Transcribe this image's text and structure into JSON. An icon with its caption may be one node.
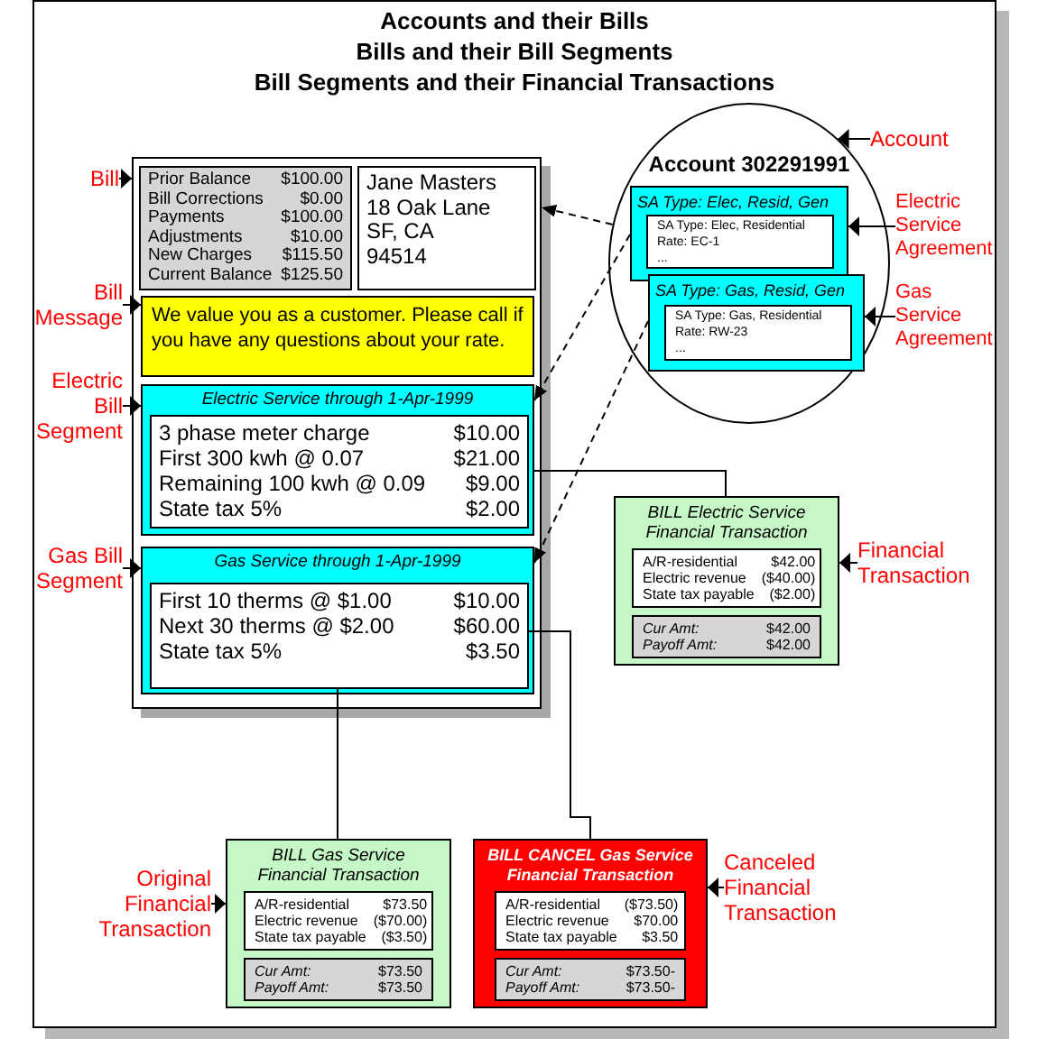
{
  "diagram": {
    "title": "Accounts and their Bills",
    "nodes": [
      {
        "text": [],
        "shape": "box"
      },
      {
        "text": [
          "Prior Balance",
          "$100.00",
          "Bill Corrections",
          "$0.00",
          "Payments",
          "$100.00",
          "Adjustments",
          "$10.00",
          "New Charges",
          "$115.50",
          "Current Balance",
          "$125.50"
        ],
        "in": 0
      },
      {
        "text": [
          "Jane Masters",
          "18 Oak Lane",
          "SF, CA",
          "94514"
        ],
        "in": 0
      },
      {
        "text": [
          "We value you as a customer. Please call if you have any questions about your rate."
        ],
        "in": 0
      },
      {
        "text": [
          "Electric Service through 1-Apr-1999"
        ],
        "in": 0
      },
      {
        "text": [
          "3 phase meter charge",
          "$10.00",
          "First 300 kwh @ 0.07",
          "$21.00",
          "Remaining 100 kwh @ 0.09",
          "$9.00",
          "State tax 5%",
          "$2.00"
        ],
        "in": 4
      },
      {
        "text": [
          "Gas Service through 1-Apr-1999"
        ],
        "in": 0
      },
      {
        "text": [
          "First 10 therms @ $1.00",
          "$10.00",
          "Next 30 therms @ $2.00",
          "$60.00",
          "State tax 5%",
          "$3.50"
        ],
        "in": 6
      },
      {
        "text": [
          "Account 302291991"
        ]
      },
      {
        "text": [
          "SA Type: Elec, Resid, Gen"
        ],
        "in": 8
      },
      {
        "text": [
          "SA Type: Elec, Residential",
          "Rate: EC-1",
          "..."
        ],
        "in": 9
      },
      {
        "text": [
          "SA Type: Gas, Resid, Gen"
        ],
        "in": 8
      },
      {
        "text": [
          "SA Type: Gas, Residential",
          "Rate: RW-23",
          "..."
        ],
        "in": 11
      },
      {
        "text": [
          "BILL Electric Service Financial Transaction"
        ]
      },
      {
        "text": [
          "A/R-residential",
          "$42.00",
          "Electric revenue",
          "($40.00)",
          "State tax payable",
          "($2.00)"
        ],
        "in": 13
      },
      {
        "text": [
          "Cur Amt:",
          "$42.00",
          "Payoff Amt:",
          "$42.00"
        ],
        "in": 13
      },
      {
        "text": [
          "BILL Gas Service Financial Transaction"
        ]
      },
      {
        "text": [
          "A/R-residential",
          "$73.50",
          "Electric revenue",
          "($70.00)",
          "State tax payable",
          "($3.50)"
        ],
        "in": 16
      },
      {
        "text": [
          "Cur Amt:",
          "$73.50",
          "Payoff Amt:",
          "$73.50"
        ],
        "in": 16
      },
      {
        "text": [
          "BILL CANCEL Gas Service Financial Transaction"
        ]
      },
      {
        "text": [
          "A/R-residential",
          "($73.50)",
          "Electric revenue",
          "$70.00",
          "State tax payable",
          "$3.50"
        ],
        "in": 19
      },
      {
        "text": [
          "Cur Amt:",
          "$73.50-",
          "Payoff Amt:",
          "$73.50-"
        ],
        "in": 19
      },
      {
        "text": [
          "Bill"
        ]
      },
      {
        "text": [
          "Bill Message"
        ]
      },
      {
        "text": [
          "Electric Bill Segment"
        ]
      },
      {
        "text": [
          "Gas Bill Segment"
        ]
      },
      {
        "text": [
          "Account"
        ]
      },
      {
        "text": [
          "Electric Service Agreement"
        ]
      },
      {
        "text": [
          "Gas Service Agreement"
        ]
      },
      {
        "text": [
          "Financial Transaction"
        ]
      },
      {
        "text": [
          "Original Financial Transaction"
        ]
      },
      {
        "text": [
          "Canceled Financial Transaction"
        ]
      }
    ],
    "edges": [
      {
        "from": 8,
        "to": 0,
        "arrow": "to",
        "style": "dashed"
      },
      {
        "from": 9,
        "to": 4,
        "arrow": "to",
        "style": "dashed"
      },
      {
        "from": 11,
        "to": 6,
        "arrow": "to",
        "style": "dashed"
      },
      {
        "from": 4,
        "to": 13,
        "arrow": "none"
      },
      {
        "from": 7,
        "to": 16,
        "arrow": "none"
      },
      {
        "from": 7,
        "to": 19,
        "arrow": "none"
      },
      {
        "from": 22,
        "to": 0,
        "arrow": "to"
      },
      {
        "from": 23,
        "to": 3,
        "arrow": "to"
      },
      {
        "from": 24,
        "to": 4,
        "arrow": "to"
      },
      {
        "from": 25,
        "to": 6,
        "arrow": "to"
      },
      {
        "from": 26,
        "to": 8,
        "arrow": "to"
      },
      {
        "from": 27,
        "to": 9,
        "arrow": "to"
      },
      {
        "from": 28,
        "to": 11,
        "arrow": "to"
      },
      {
        "from": 29,
        "to": 13,
        "arrow": "to"
      },
      {
        "from": 30,
        "to": 16,
        "arrow": "to"
      },
      {
        "from": 31,
        "to": 19,
        "arrow": "to"
      }
    ],
    "labels": [
      "Bills and their Bill Segments",
      "Bill Segments and their Financial Transactions"
    ]
  }
}
